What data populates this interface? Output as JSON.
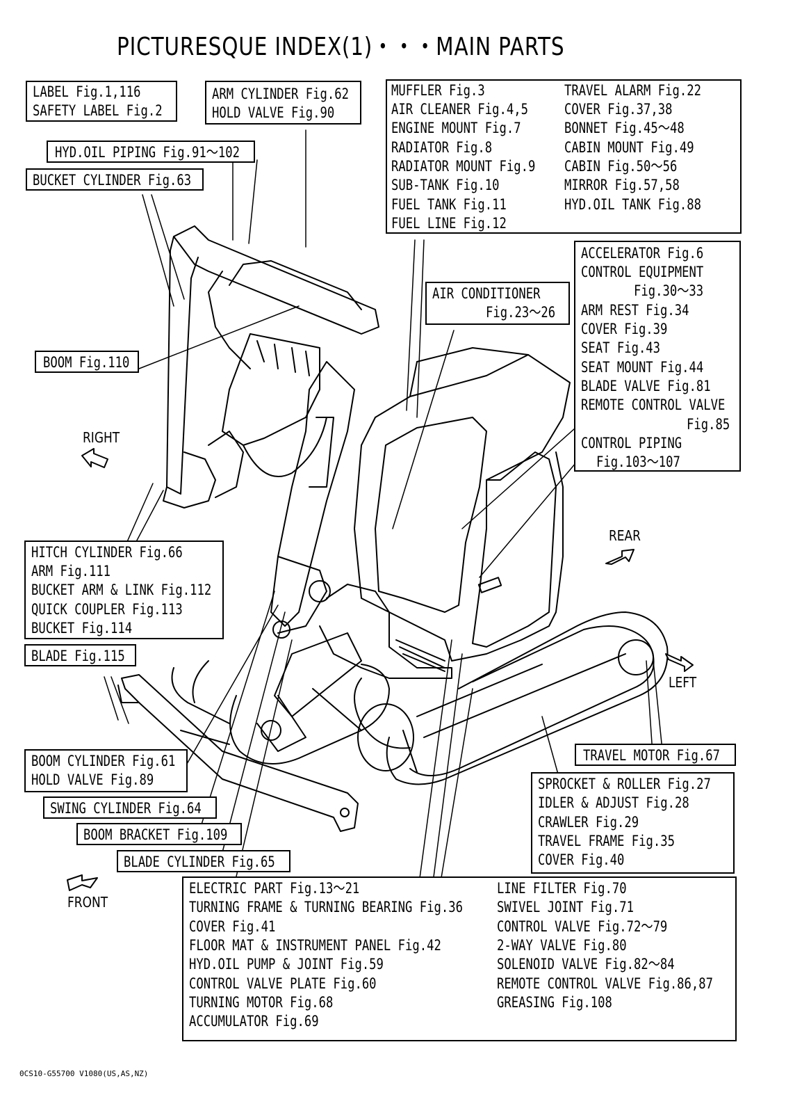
{
  "title": "PICTURESQUE INDEX(1)・・・MAIN PARTS",
  "footer_code": "0CS10-G55700 V1080(US,AS,NZ)",
  "directions": {
    "right": "RIGHT",
    "rear": "REAR",
    "left": "LEFT",
    "front": "FRONT"
  },
  "boxes": {
    "label": [
      "LABEL Fig.1,116",
      "SAFETY LABEL Fig.2"
    ],
    "arm_cylinder": [
      "ARM CYLINDER Fig.62",
      "HOLD VALVE Fig.90"
    ],
    "hyd_oil_piping": [
      "HYD.OIL PIPING Fig.91～102"
    ],
    "bucket_cylinder": [
      "BUCKET CYLINDER Fig.63"
    ],
    "muffler_col1": [
      "MUFFLER Fig.3",
      "AIR CLEANER Fig.4,5",
      "ENGINE MOUNT Fig.7",
      "RADIATOR Fig.8",
      "RADIATOR MOUNT Fig.9",
      "SUB-TANK Fig.10",
      "FUEL TANK Fig.11",
      "FUEL LINE Fig.12"
    ],
    "muffler_col2": [
      "TRAVEL ALARM Fig.22",
      "COVER Fig.37,38",
      "BONNET Fig.45～48",
      "CABIN MOUNT Fig.49",
      "CABIN Fig.50～56",
      "MIRROR Fig.57,58",
      "HYD.OIL TANK Fig.88"
    ],
    "accelerator": [
      "ACCELERATOR Fig.6",
      "CONTROL EQUIPMENT",
      "Fig.30～33",
      "ARM REST Fig.34",
      "COVER Fig.39",
      "SEAT Fig.43",
      "SEAT MOUNT Fig.44",
      "BLADE VALVE Fig.81",
      "REMOTE CONTROL VALVE",
      "Fig.85",
      "CONTROL PIPING",
      "Fig.103～107"
    ],
    "air_conditioner": [
      "AIR CONDITIONER",
      "Fig.23～26"
    ],
    "boom": [
      "BOOM Fig.110"
    ],
    "hitch_cylinder": [
      "HITCH CYLINDER Fig.66",
      "ARM Fig.111",
      "BUCKET ARM & LINK Fig.112",
      "QUICK COUPLER Fig.113",
      "BUCKET Fig.114"
    ],
    "blade": [
      "BLADE Fig.115"
    ],
    "boom_cylinder": [
      "BOOM CYLINDER Fig.61",
      "HOLD VALVE Fig.89"
    ],
    "swing_cylinder": [
      "SWING CYLINDER Fig.64"
    ],
    "boom_bracket": [
      "BOOM BRACKET Fig.109"
    ],
    "blade_cylinder": [
      "BLADE CYLINDER Fig.65"
    ],
    "travel_motor": [
      "TRAVEL MOTOR Fig.67"
    ],
    "sprocket": [
      "SPROCKET & ROLLER Fig.27",
      "IDLER & ADJUST Fig.28",
      "CRAWLER Fig.29",
      "TRAVEL FRAME Fig.35",
      "COVER Fig.40"
    ],
    "electric_col1": [
      "ELECTRIC PART Fig.13～21",
      "TURNING FRAME & TURNING BEARING Fig.36",
      "COVER Fig.41",
      "FLOOR MAT & INSTRUMENT PANEL Fig.42",
      "HYD.OIL PUMP & JOINT Fig.59",
      "CONTROL VALVE PLATE Fig.60",
      "TURNING MOTOR Fig.68",
      "ACCUMULATOR Fig.69"
    ],
    "electric_col2": [
      "LINE FILTER Fig.70",
      "SWIVEL JOINT Fig.71",
      "CONTROL VALVE Fig.72～79",
      "2-WAY VALVE Fig.80",
      "SOLENOID VALVE Fig.82～84",
      "REMOTE CONTROL VALVE Fig.86,87",
      "GREASING Fig.108"
    ]
  }
}
